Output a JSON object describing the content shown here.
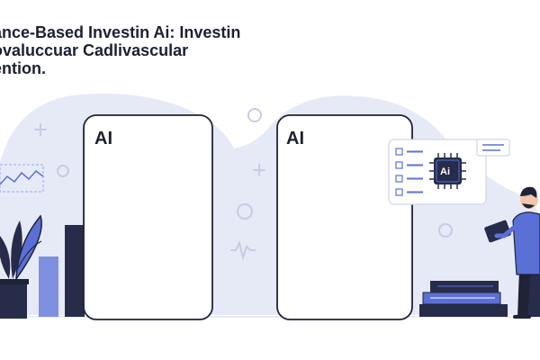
{
  "headline": {
    "line1": "ance-Based Investin Ai: Investin",
    "line2": "ovaluccuar Cadlivascular",
    "line3": "ention."
  },
  "panels": [
    {
      "label": "AI"
    },
    {
      "label": "AI"
    }
  ],
  "chip": {
    "label": "Ai"
  },
  "colors": {
    "background_blob": "#e6eaf6",
    "accent_blue": "#5b70d6",
    "navy": "#272c4a",
    "outline": "#1f2338",
    "light_blue": "#9aa8e8"
  },
  "icons": [
    "plant-icon",
    "checklist-icon",
    "ai-chip-icon",
    "books-icon",
    "person-with-laptop-icon",
    "line-chart-icon",
    "sparkle-icon",
    "circle-icon"
  ]
}
